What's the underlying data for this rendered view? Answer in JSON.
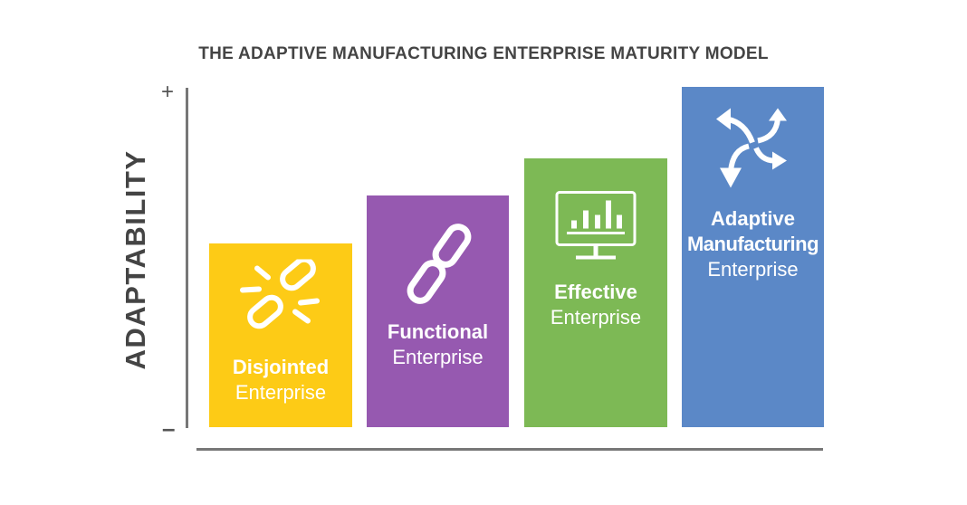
{
  "chart_data": {
    "type": "bar",
    "title": "THE ADAPTIVE MANUFACTURING ENTERPRISE MATURITY MODEL",
    "ylabel": "ADAPTABILITY",
    "y_max_label": "+",
    "y_min_label": "–",
    "ylim": [
      0,
      1
    ],
    "categories": [
      {
        "bold": "Disjointed",
        "sub": "Enterprise",
        "icon": "broken-chain-icon",
        "color": "#FDCB16",
        "value": 0.54
      },
      {
        "bold": "Functional",
        "sub": "Enterprise",
        "icon": "chain-link-icon",
        "color": "#9659B0",
        "value": 0.68
      },
      {
        "bold": "Effective",
        "sub": "Enterprise",
        "icon": "monitor-chart-icon",
        "color": "#7DB955",
        "value": 0.79
      },
      {
        "bold": "Adaptive Manufacturing",
        "bold_lines": [
          "Adaptive",
          "Manufacturing"
        ],
        "sub": "Enterprise",
        "icon": "arrows-outward-icon",
        "color": "#5B88C7",
        "value": 1.0
      }
    ]
  }
}
